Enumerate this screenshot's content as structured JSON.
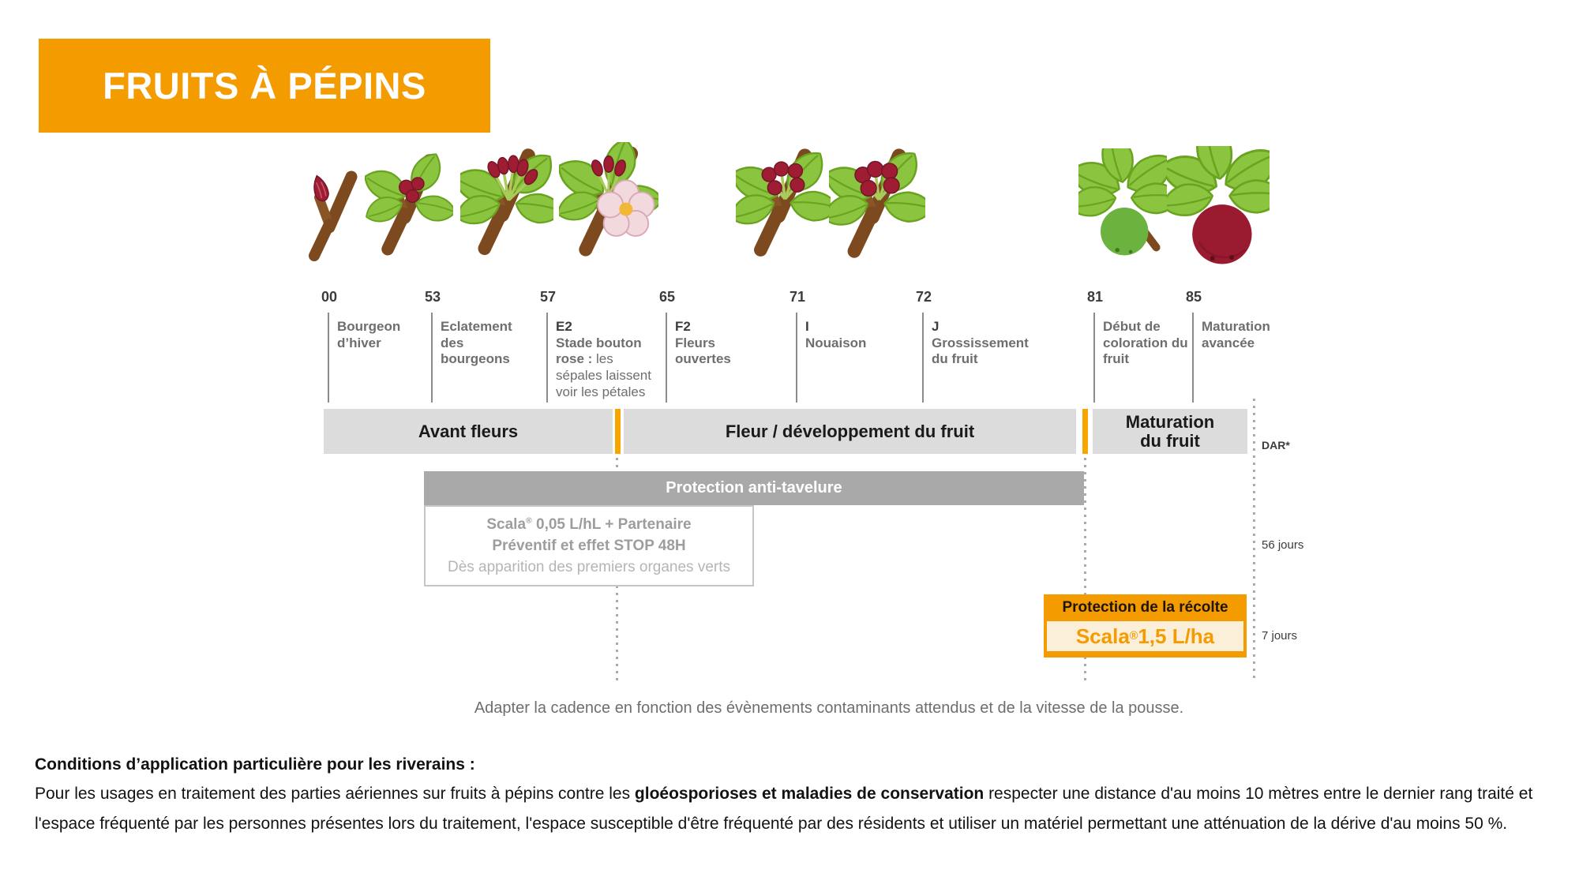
{
  "colors": {
    "orange": "#F49B00",
    "orange_bright": "#F7A600",
    "bar_light_gray": "#DCDCDC",
    "bar_dark_gray": "#A9A9A9",
    "cream": "#FCEFD9",
    "text_dark": "#3C3C3B",
    "text_gray": "#6E6E6E"
  },
  "header": {
    "title": "FRUITS À PÉPINS"
  },
  "timeline": {
    "stages": [
      {
        "code": "00",
        "label": "Bourgeon d’hiver"
      },
      {
        "code": "53",
        "label": "Eclatement des bourgeons"
      },
      {
        "code": "57",
        "prefix": "E2",
        "label": "Stade bouton rose :",
        "sub": "les sépales laissent voir les pétales"
      },
      {
        "code": "65",
        "prefix": "F2",
        "label": "Fleurs ouvertes"
      },
      {
        "code": "71",
        "prefix": "I",
        "label": "Nouaison"
      },
      {
        "code": "72",
        "prefix": "J",
        "label": "Grossissement du fruit"
      },
      {
        "code": "81",
        "label": "Début de coloration du fruit"
      },
      {
        "code": "85",
        "label": "Maturation avancée"
      }
    ],
    "illustrations": [
      "winter-bud",
      "bud-burst",
      "pink-bud",
      "open-flowers",
      "fruit-set",
      "fruit-growth",
      "green-apple",
      "ripe-apple"
    ],
    "phases": [
      {
        "label": "Avant fleurs"
      },
      {
        "label": "Fleur / développement du fruit"
      },
      {
        "label": "Maturation du fruit"
      }
    ],
    "dar_label": "DAR*"
  },
  "treatments": {
    "tavelure": {
      "title": "Protection anti-tavelure",
      "brand": "Scala",
      "reg": "®",
      "dose_rest": " 0,05 L/hL + Partenaire",
      "line2": "Préventif et effet STOP 48H",
      "line3": "Dès apparition des premiers organes verts",
      "duration": "56 jours"
    },
    "recolte": {
      "title": "Protection de la récolte",
      "brand": "Scala",
      "reg": "®",
      "dose_rest": " 1,5 L/ha",
      "duration": "7 jours"
    }
  },
  "footnote": "Adapter la cadence en fonction des évènements contaminants attendus et de la vitesse de la pousse.",
  "conditions": {
    "heading": "Conditions d’application particulière pour les riverains :",
    "body_prefix": "Pour les usages en traitement des parties aériennes sur fruits à pépins contre les ",
    "body_bold": "gloéosporioses et maladies de conservation",
    "body_suffix": " respecter une distance d'au moins 10 mètres entre le dernier rang traité et l'espace fréquenté par les personnes présentes lors du traitement, l'espace susceptible d'être fréquenté par des résidents et utiliser un matériel permettant une atténuation de la dérive d'au moins 50 %."
  }
}
